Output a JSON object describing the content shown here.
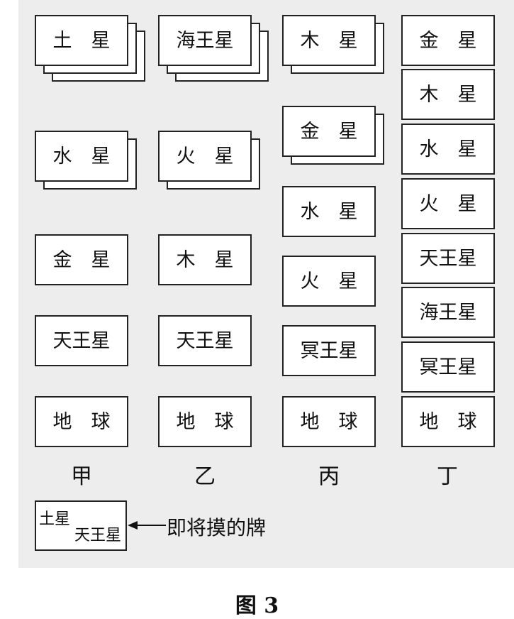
{
  "columns": [
    {
      "label": "甲",
      "cards": [
        {
          "text": "土　星",
          "stack": 3
        },
        {
          "text": "水　星",
          "stack": 2
        },
        {
          "text": "金　星",
          "stack": 1
        },
        {
          "text": "天王星",
          "stack": 1
        },
        {
          "text": "地　球",
          "stack": 1
        }
      ]
    },
    {
      "label": "乙",
      "cards": [
        {
          "text": "海王星",
          "stack": 3
        },
        {
          "text": "火　星",
          "stack": 2
        },
        {
          "text": "木　星",
          "stack": 1
        },
        {
          "text": "天王星",
          "stack": 1
        },
        {
          "text": "地　球",
          "stack": 1
        }
      ]
    },
    {
      "label": "丙",
      "cards": [
        {
          "text": "木　星",
          "stack": 2
        },
        {
          "text": "金　星",
          "stack": 2
        },
        {
          "text": "水　星",
          "stack": 1
        },
        {
          "text": "火　星",
          "stack": 1
        },
        {
          "text": "冥王星",
          "stack": 1
        },
        {
          "text": "地　球",
          "stack": 1
        }
      ]
    },
    {
      "label": "丁",
      "cards": [
        {
          "text": "金　星",
          "stack": 1
        },
        {
          "text": "木　星",
          "stack": 1
        },
        {
          "text": "水　星",
          "stack": 1
        },
        {
          "text": "火　星",
          "stack": 1
        },
        {
          "text": "天王星",
          "stack": 1
        },
        {
          "text": "海王星",
          "stack": 1
        },
        {
          "text": "冥王星",
          "stack": 1
        },
        {
          "text": "地　球",
          "stack": 1
        }
      ]
    }
  ],
  "draw_card": {
    "top": "土星",
    "bottom": "天王星",
    "label": "即将摸的牌"
  },
  "caption": "图 3"
}
